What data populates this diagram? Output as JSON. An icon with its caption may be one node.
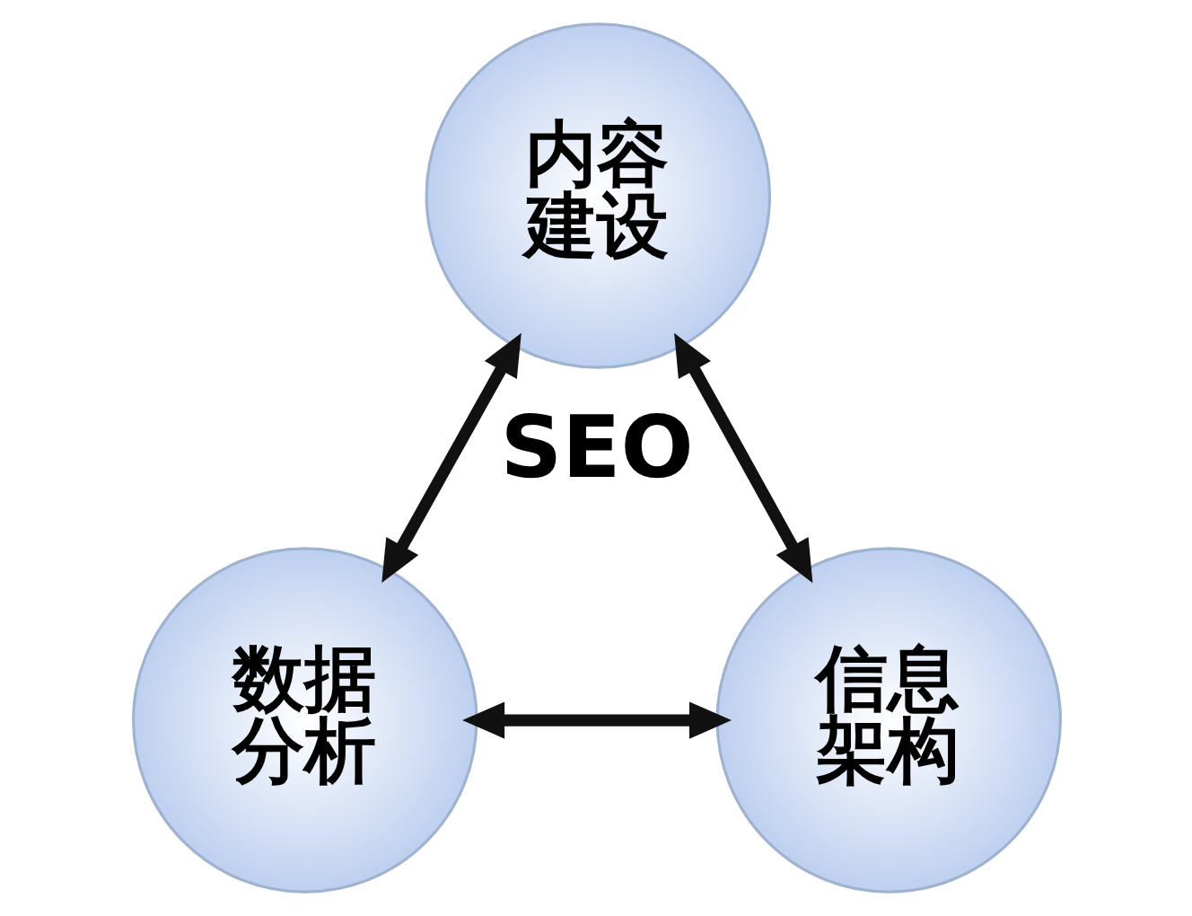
{
  "diagram": {
    "nodes": [
      {
        "text": [
          "内容建设"
        ]
      },
      {
        "text": [
          "数据分析"
        ]
      },
      {
        "text": [
          "信息架构"
        ]
      }
    ],
    "edges": [
      {
        "from": 0,
        "to": 1,
        "arrow": "both"
      },
      {
        "from": 0,
        "to": 2,
        "arrow": "both"
      },
      {
        "from": 1,
        "to": 2,
        "arrow": "both"
      }
    ],
    "labels": [
      "SEO"
    ]
  }
}
